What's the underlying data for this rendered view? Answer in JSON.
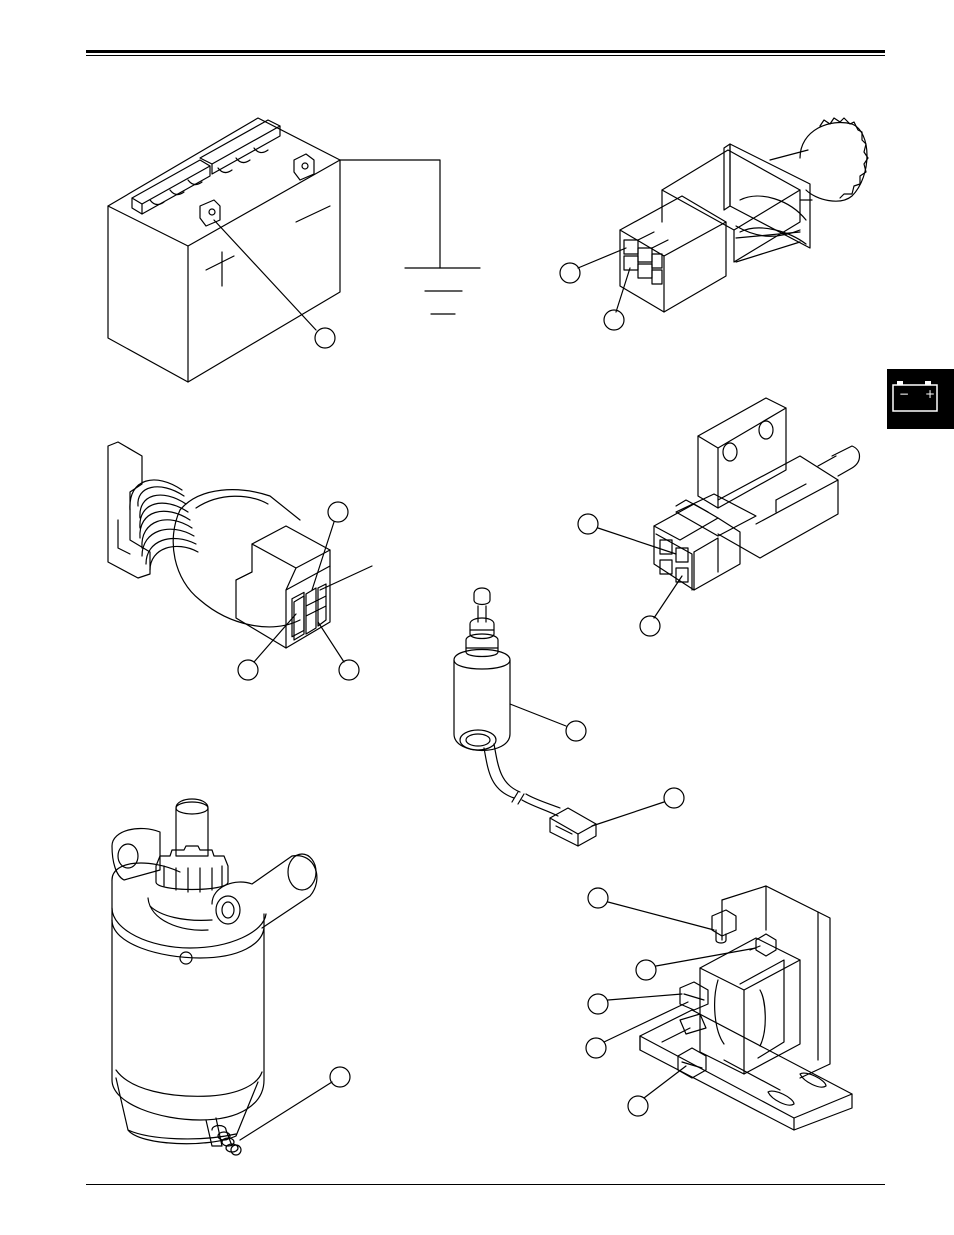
{
  "section_tab": {
    "icon": "battery-icon",
    "terminal_negative": "−",
    "terminal_positive": "+"
  },
  "figures": [
    {
      "name": "battery-figure",
      "icon": "battery-icon",
      "callouts": 1
    },
    {
      "name": "ignition-switch-figure",
      "icon": "switch-connector-icon",
      "callouts": 2
    },
    {
      "name": "key-switch-figure",
      "icon": "key-switch-icon",
      "callouts": 3
    },
    {
      "name": "interlock-switch-figure",
      "icon": "plunger-switch-icon",
      "callouts": 2
    },
    {
      "name": "fuel-solenoid-figure",
      "icon": "solenoid-icon",
      "callouts": 2
    },
    {
      "name": "starter-motor-figure",
      "icon": "starter-icon",
      "callouts": 1
    },
    {
      "name": "starter-solenoid-figure",
      "icon": "relay-icon",
      "callouts": 5
    }
  ],
  "colors": {
    "ink": "#000000",
    "paper": "#ffffff"
  }
}
